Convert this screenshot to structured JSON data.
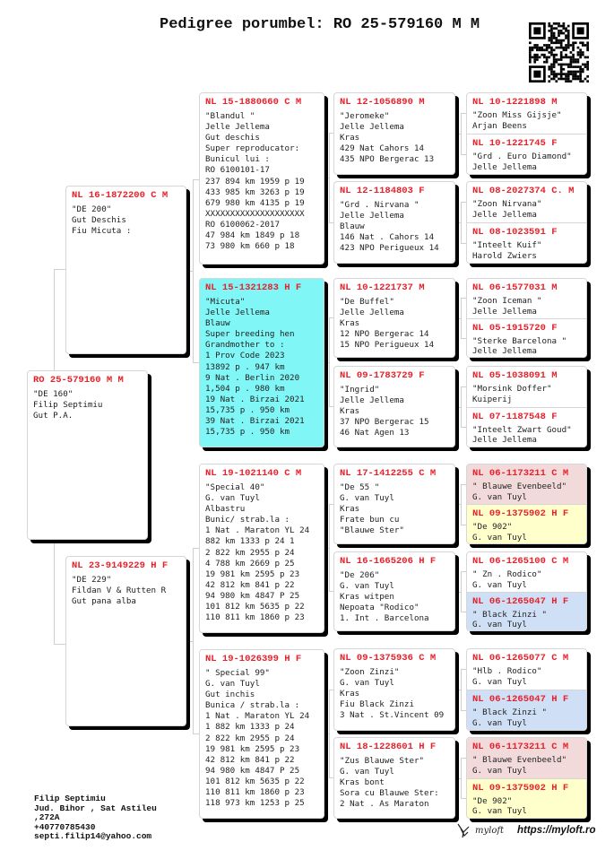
{
  "title": "Pedigree porumbel: RO 25-579160 M M",
  "subject": {
    "ring": "RO 25-579160 M M",
    "lines": [
      "\"DE 160\"",
      "Filip Septimiu",
      "Gut P.A."
    ]
  },
  "parents": [
    {
      "ring": "NL 16-1872200 C M",
      "lines": [
        "\"DE 200\"",
        "Gut Deschis",
        "Fiu Micuta :"
      ]
    },
    {
      "ring": "NL 23-9149229 H F",
      "lines": [
        "\"DE 229\"",
        "Fildan V & Rutten R",
        "Gut pana alba"
      ]
    }
  ],
  "grandparents": [
    {
      "ring": "NL 15-1880660 C M",
      "bg": "#ffffff",
      "lines": [
        "\"Blandul \"",
        "Jelle Jellema",
        "Gut deschis",
        "Super reproducator:",
        "Bunicul lui :",
        "RO 6100101-17",
        "237 894 km 1959 p 19",
        "433 985 km 3263 p 19",
        "679 980 km 4135 p 19",
        "XXXXXXXXXXXXXXXXXXXX",
        "RO 6100062-2017",
        "47 984 km 1849 p 18",
        "73 980 km 660 p 18"
      ]
    },
    {
      "ring": "NL 15-1321283 H F",
      "bg": "#80f6f6",
      "lines": [
        "\"Micuta\"",
        "Jelle Jellema",
        "Blauw",
        "Super breeding hen",
        "Grandmother to :",
        "1 Prov Code 2023",
        "13892 p . 947 km",
        "9 Nat . Berlin 2020",
        "1,504 p . 980 km",
        "19 Nat . Birzai 2021",
        "15,735 p . 950 km",
        "39 Nat . Birzai 2021",
        "15,735 p . 950 km"
      ]
    },
    {
      "ring": "NL 19-1021140 C M",
      "bg": "#ffffff",
      "lines": [
        "\"Special 40\"",
        "G. van Tuyl",
        "Albastru",
        "Bunic/ strab.la :",
        "1 Nat . Maraton YL 24",
        "882 km 1333 p 24 1",
        "2 822 km 2955 p 24",
        "4 788 km 2669 p 25",
        "19 981 km 2595 p 23",
        "42 812 km 841 p 22",
        "94 980 km 4847 P 25",
        "101 812 km 5635 p 22",
        "110 811 km 1860 p 23"
      ]
    },
    {
      "ring": "NL 19-1026399 H F",
      "bg": "#ffffff",
      "lines": [
        "\" Special 99\"",
        "G. van Tuyl",
        "Gut inchis",
        "Bunica / strab.la :",
        "1 Nat . Maraton YL 24",
        "1 882 km 1333 p 24",
        "2 822 km 2955 p 24",
        "19 981 km 2595 p 23",
        "42 812 km 841 p 22",
        "94 980 km 4847 P 25",
        "101 812 km 5635 p 22",
        "110 811 km 1860 p 23",
        "118 973 km 1253 p 25"
      ]
    }
  ],
  "great_grandparents": [
    {
      "ring": "NL 12-1056890 M",
      "lines": [
        "\"Jeromeke\"",
        "Jelle Jellema",
        "Kras",
        "429 Nat Cahors 14",
        "435 NPO Bergerac 13"
      ]
    },
    {
      "ring": "NL 12-1184803 F",
      "lines": [
        "\"Grd . Nirvana \"",
        "Jelle Jellema",
        "Blauw",
        "146 Nat . Cahors 14",
        "423 NPO Perigueux 14"
      ]
    },
    {
      "ring": "NL 10-1221737 M",
      "lines": [
        "\"De Buffel\"",
        "Jelle Jellema",
        "Kras",
        "12 NPO Bergerac 14",
        "15 NPO Perigueux 14"
      ]
    },
    {
      "ring": "NL 09-1783729 F",
      "lines": [
        "\"Ingrid\"",
        "Jelle Jellema",
        "Kras",
        "37 NPO Bergerac 15",
        "46 Nat Agen 13"
      ]
    },
    {
      "ring": "NL 17-1412255 C M",
      "lines": [
        "\"De 55 \"",
        "G. van Tuyl",
        "Kras",
        "Frate bun cu",
        "\"Blauwe Ster\""
      ]
    },
    {
      "ring": "NL 16-1665206 H F",
      "lines": [
        "\"De 206\"",
        "G. van Tuyl",
        "Kras witpen",
        "Nepoata \"Rodico\"",
        "1. Int . Barcelona"
      ]
    },
    {
      "ring": "NL 09-1375936 C M",
      "lines": [
        "\"Zoon Zinzi\"",
        "G. van Tuyl",
        "Kras",
        "Fiu Black Zinzi",
        "3 Nat . St.Vincent 09"
      ]
    },
    {
      "ring": "NL 18-1228601 H F",
      "lines": [
        "\"Zus Blauwe Ster\"",
        "G. van Tuyl",
        "Kras bont",
        "Sora cu Blauwe Ster:",
        "2 Nat . As Maraton"
      ]
    }
  ],
  "gen4": [
    {
      "ring": "NL 10-1221898 M",
      "bg": "#ffffff",
      "lines": [
        "\"Zoon Miss Gijsje\"",
        "Arjan Beens"
      ]
    },
    {
      "ring": "NL 10-1221745 F",
      "bg": "#ffffff",
      "lines": [
        "\"Grd . Euro Diamond\"",
        "Jelle Jellema"
      ]
    },
    {
      "ring": "NL 08-2027374 C. M",
      "bg": "#ffffff",
      "lines": [
        "\"Zoon Nirvana\"",
        "Jelle Jellema"
      ]
    },
    {
      "ring": "NL 08-1023591 F",
      "bg": "#ffffff",
      "lines": [
        "\"Inteelt Kuif\"",
        "Harold Zwiers"
      ]
    },
    {
      "ring": "NL 06-1577031 M",
      "bg": "#ffffff",
      "lines": [
        "\"Zoon Iceman \"",
        "Jelle Jellema"
      ]
    },
    {
      "ring": "NL 05-1915720 F",
      "bg": "#ffffff",
      "lines": [
        "\"Sterke Barcelona \"",
        "Jelle Jellema"
      ]
    },
    {
      "ring": "NL 05-1038091 M",
      "bg": "#ffffff",
      "lines": [
        "\"Morsink Doffer\"",
        "Kuiperij"
      ]
    },
    {
      "ring": "NL 07-1187548 F",
      "bg": "#ffffff",
      "lines": [
        "\"Inteelt Zwart Goud\"",
        "Jelle Jellema"
      ]
    },
    {
      "ring": "NL 06-1173211 C M",
      "bg": "#f2dada",
      "lines": [
        "\" Blauwe Evenbeeld\"",
        "G. van Tuyl"
      ]
    },
    {
      "ring": "NL 09-1375902 H F",
      "bg": "#ffffcc",
      "lines": [
        "\"De 902\"",
        "G. van Tuyl"
      ]
    },
    {
      "ring": "NL 06-1265100 C M",
      "bg": "#ffffff",
      "lines": [
        "\" Zn . Rodico\"",
        "G. van Tuyl"
      ]
    },
    {
      "ring": "NL 06-1265047 H F",
      "bg": "#cfe0f6",
      "lines": [
        "\" Black Zinzi \"",
        "G. van Tuyl"
      ]
    },
    {
      "ring": "NL 06-1265077 C M",
      "bg": "#ffffff",
      "lines": [
        "\"Hlb . Rodico\"",
        "G. van Tuyl"
      ]
    },
    {
      "ring": "NL 06-1265047 H F",
      "bg": "#cfe0f6",
      "lines": [
        "\" Black Zinzi \"",
        "G. van Tuyl"
      ]
    },
    {
      "ring": "NL 06-1173211 C M",
      "bg": "#f2dada",
      "lines": [
        "\" Blauwe Evenbeeld\"",
        "G. van Tuyl"
      ]
    },
    {
      "ring": "NL 09-1375902 H F",
      "bg": "#ffffcc",
      "lines": [
        "\"De 902\"",
        "G. van Tuyl"
      ]
    }
  ],
  "owner": {
    "lines": [
      "Filip Septimiu",
      "Jud. Bihor , Sat Astileu",
      ",272A",
      "+40770785430",
      "septi.filip14@yahoo.com"
    ]
  },
  "footer": {
    "logo_text": "myloft",
    "url": "https://myloft.ro"
  }
}
